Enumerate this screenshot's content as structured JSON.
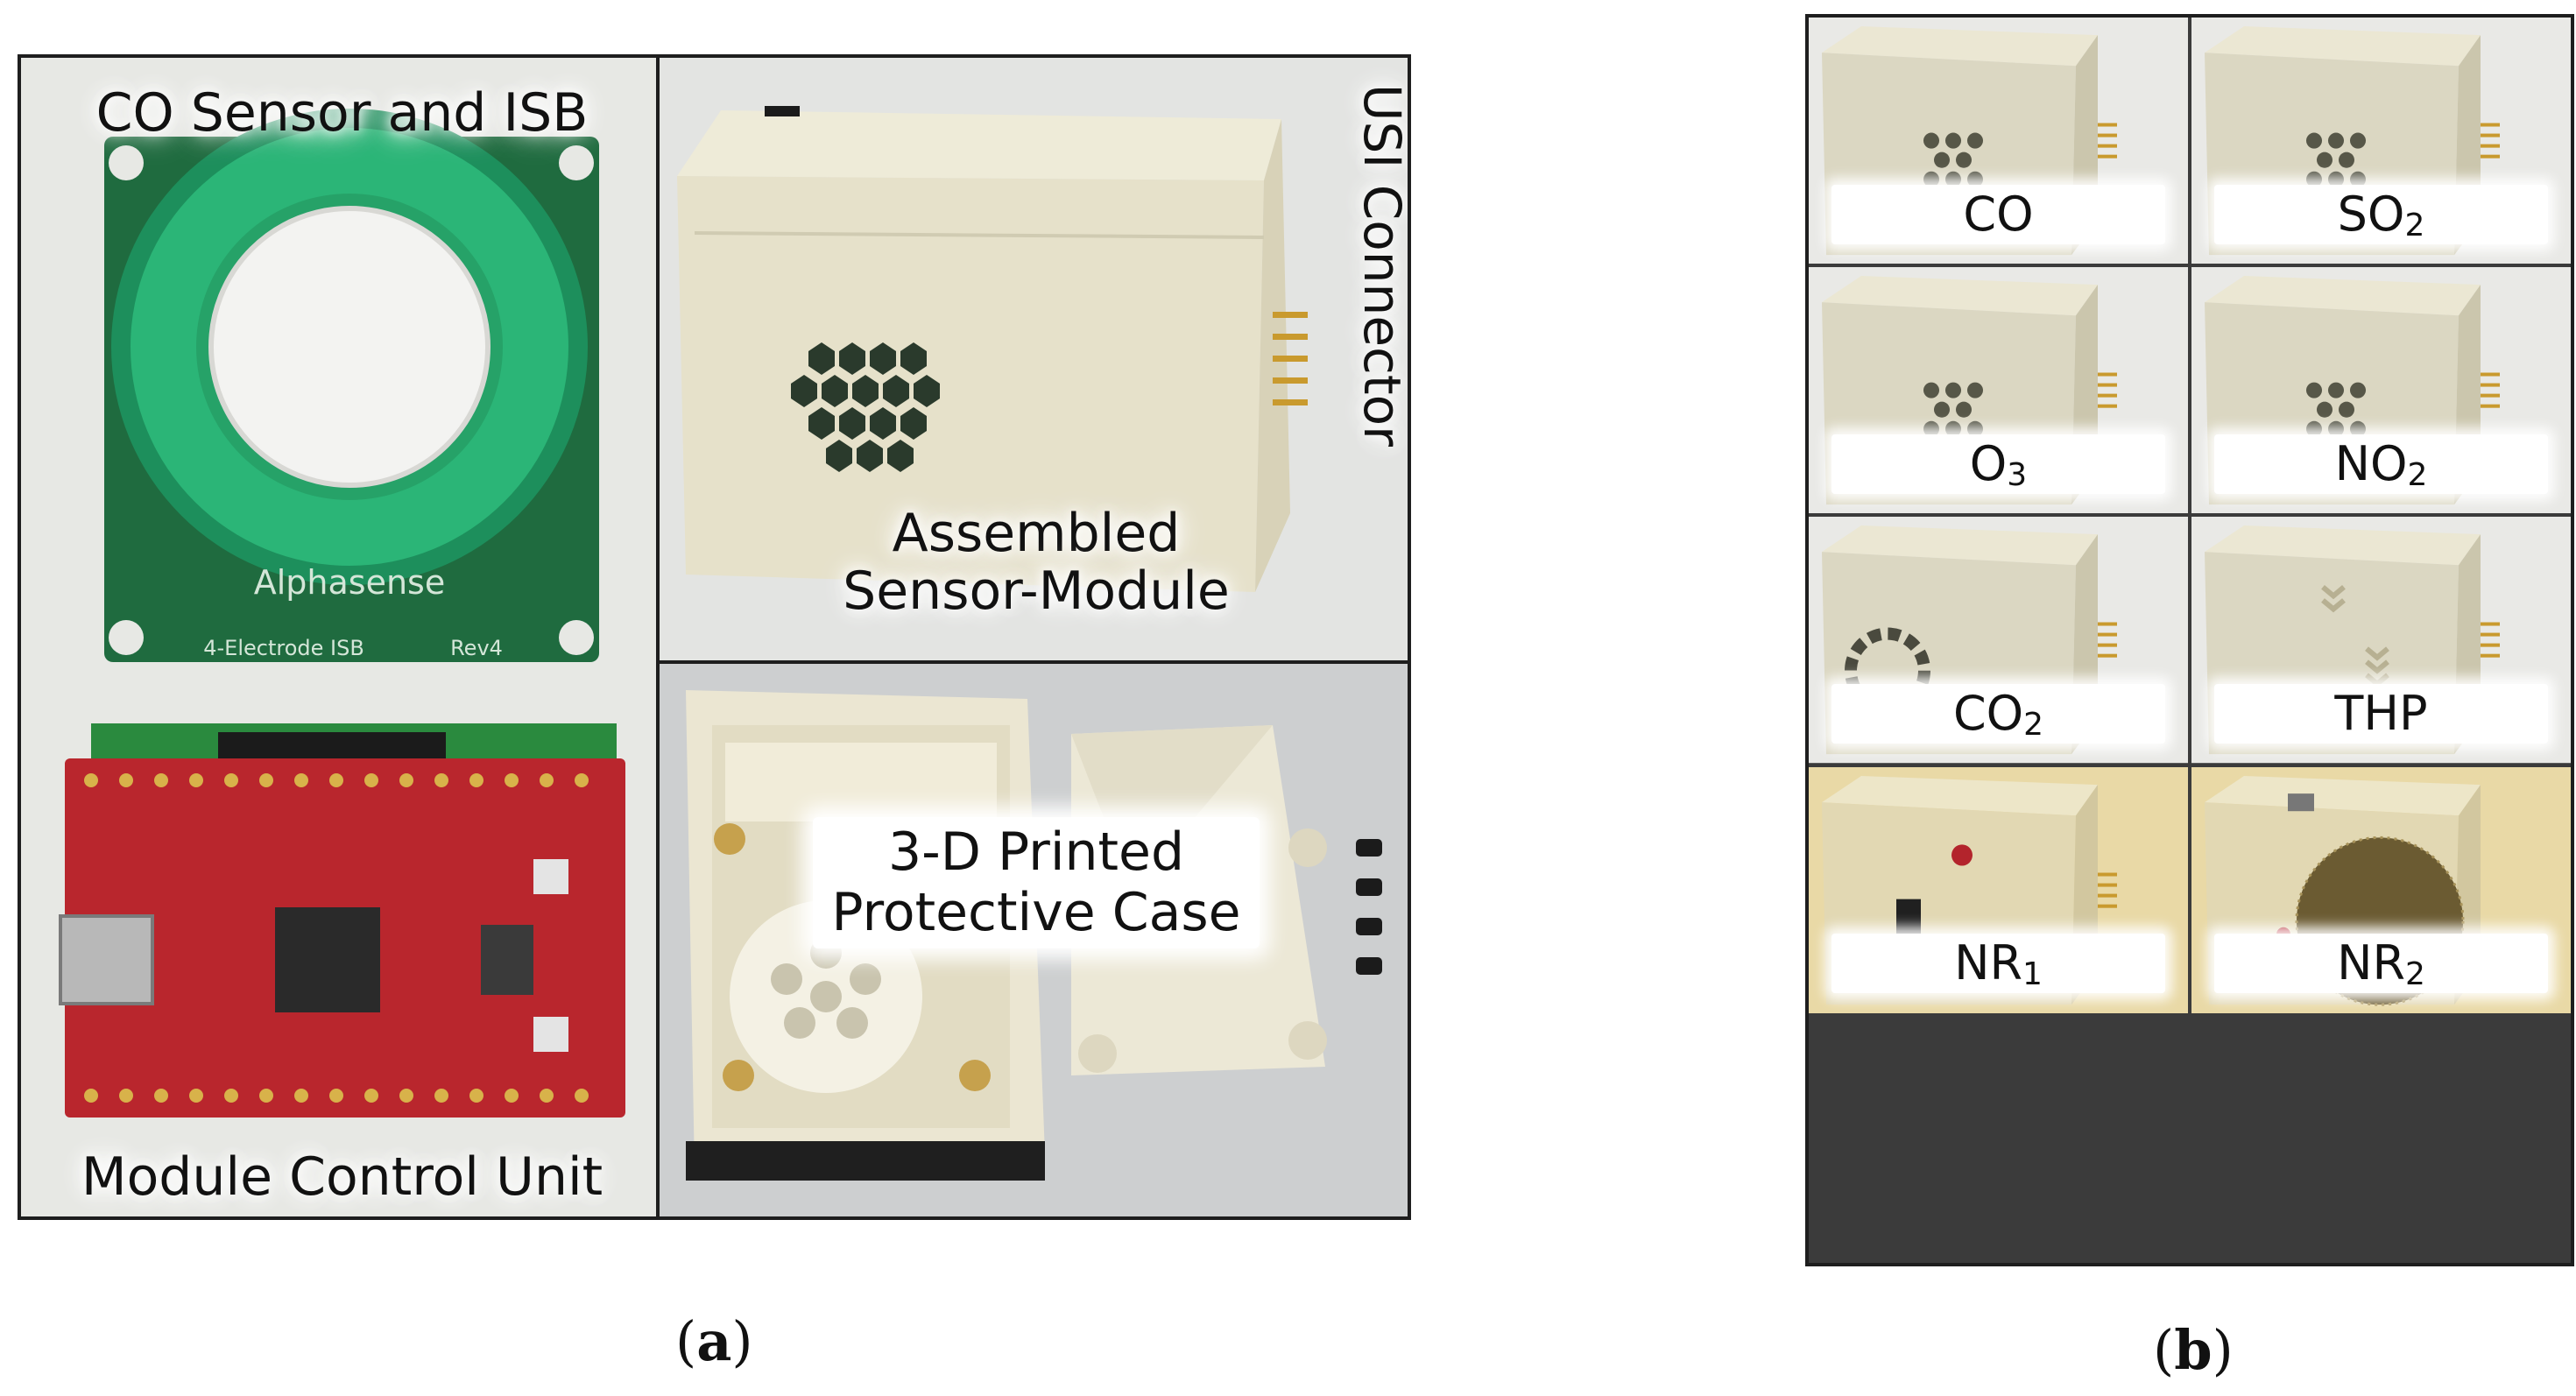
{
  "panel_a": {
    "labels": {
      "co_sensor": "CO Sensor and ISB",
      "module_control": "Module Control Unit",
      "usi_connector": "USI Connector",
      "assembled_line1": "Assembled",
      "assembled_line2": "Sensor-Module",
      "case_line1": "3-D Printed",
      "case_line2": "Protective Case"
    },
    "board_texts": {
      "brand": "Alphasense",
      "board_model": "4-Electrode ISB",
      "revision": "Rev4"
    },
    "caption_letter": "a"
  },
  "panel_b": {
    "modules": [
      {
        "base": "CO",
        "sub": ""
      },
      {
        "base": "SO",
        "sub": "2"
      },
      {
        "base": "O",
        "sub": "3"
      },
      {
        "base": "NO",
        "sub": "2"
      },
      {
        "base": "CO",
        "sub": "2"
      },
      {
        "base": "THP",
        "sub": ""
      },
      {
        "base": "NR",
        "sub": "1"
      },
      {
        "base": "NR",
        "sub": "2"
      }
    ],
    "caption_letter": "b"
  },
  "colors": {
    "pcb_green": "#1f6b3f",
    "sensor_ring": "#22a56c",
    "pcb_red": "#b9262d",
    "case_ivory": "#e9e4cf",
    "border": "#1e1e1e"
  }
}
